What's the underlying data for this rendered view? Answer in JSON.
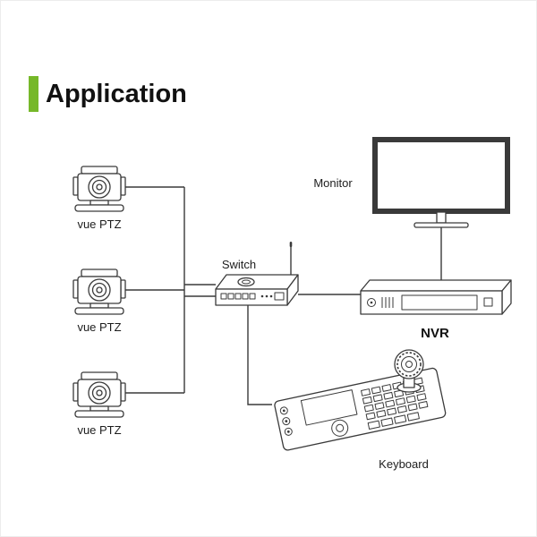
{
  "title": "Application",
  "colors": {
    "accent_green": "#76B829",
    "line_color": "#3a3a3a",
    "background": "#ffffff"
  },
  "diagram": {
    "monitor_label": "Monitor",
    "switch_label": "Switch",
    "nvr_label": "NVR",
    "keyboard_label": "Keyboard",
    "cameras": [
      {
        "label": "vue PTZ"
      },
      {
        "label": "vue PTZ"
      },
      {
        "label": "vue PTZ"
      }
    ]
  }
}
